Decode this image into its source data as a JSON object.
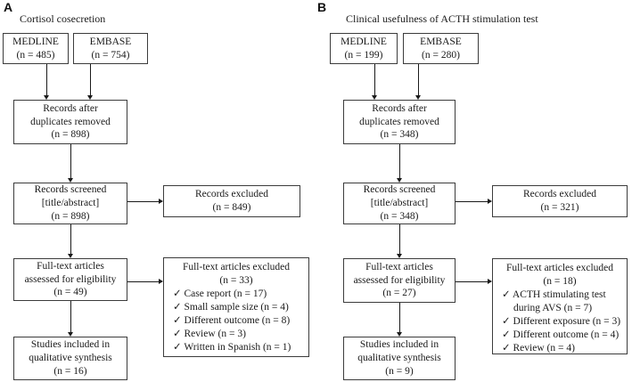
{
  "icons": {
    "check": "✓"
  },
  "panels": [
    {
      "label": "A",
      "title": "Cortisol cosecretion",
      "sources": [
        {
          "name": "MEDLINE",
          "count": "(n = 485)"
        },
        {
          "name": "EMBASE",
          "count": "(n = 754)"
        }
      ],
      "duplicates_removed": {
        "line1": "Records after",
        "line2": "duplicates removed",
        "count": "(n = 898)"
      },
      "screened": {
        "line1": "Records screened",
        "line2": "[title/abstract]",
        "count": "(n = 898)"
      },
      "records_excluded": {
        "line1": "Records excluded",
        "count": "(n = 849)"
      },
      "fulltext_assessed": {
        "line1": "Full-text articles",
        "line2": "assessed for eligibility",
        "count": "(n = 49)"
      },
      "fulltext_excluded": {
        "title": "Full-text articles excluded",
        "count": "(n = 33)",
        "items": [
          "Case report (n = 17)",
          "Small sample size (n = 4)",
          "Different outcome (n = 8)",
          "Review (n = 3)",
          "Written in Spanish (n = 1)"
        ]
      },
      "included": {
        "line1": "Studies included in",
        "line2": "qualitative synthesis",
        "count": "(n = 16)"
      }
    },
    {
      "label": "B",
      "title": "Clinical usefulness of ACTH stimulation test",
      "sources": [
        {
          "name": "MEDLINE",
          "count": "(n = 199)"
        },
        {
          "name": "EMBASE",
          "count": "(n = 280)"
        }
      ],
      "duplicates_removed": {
        "line1": "Records after",
        "line2": "duplicates removed",
        "count": "(n = 348)"
      },
      "screened": {
        "line1": "Records screened",
        "line2": "[title/abstract]",
        "count": "(n = 348)"
      },
      "records_excluded": {
        "line1": "Records excluded",
        "count": "(n = 321)"
      },
      "fulltext_assessed": {
        "line1": "Full-text articles",
        "line2": "assessed for eligibility",
        "count": "(n = 27)"
      },
      "fulltext_excluded": {
        "title": "Full-text articles excluded",
        "count": "(n = 18)",
        "items": [
          "ACTH stimulating test during AVS (n = 7)",
          "Different exposure (n = 3)",
          "Different outcome (n = 4)",
          "Review (n = 4)"
        ]
      },
      "included": {
        "line1": "Studies included in",
        "line2": "qualitative synthesis",
        "count": "(n = 9)"
      }
    }
  ]
}
